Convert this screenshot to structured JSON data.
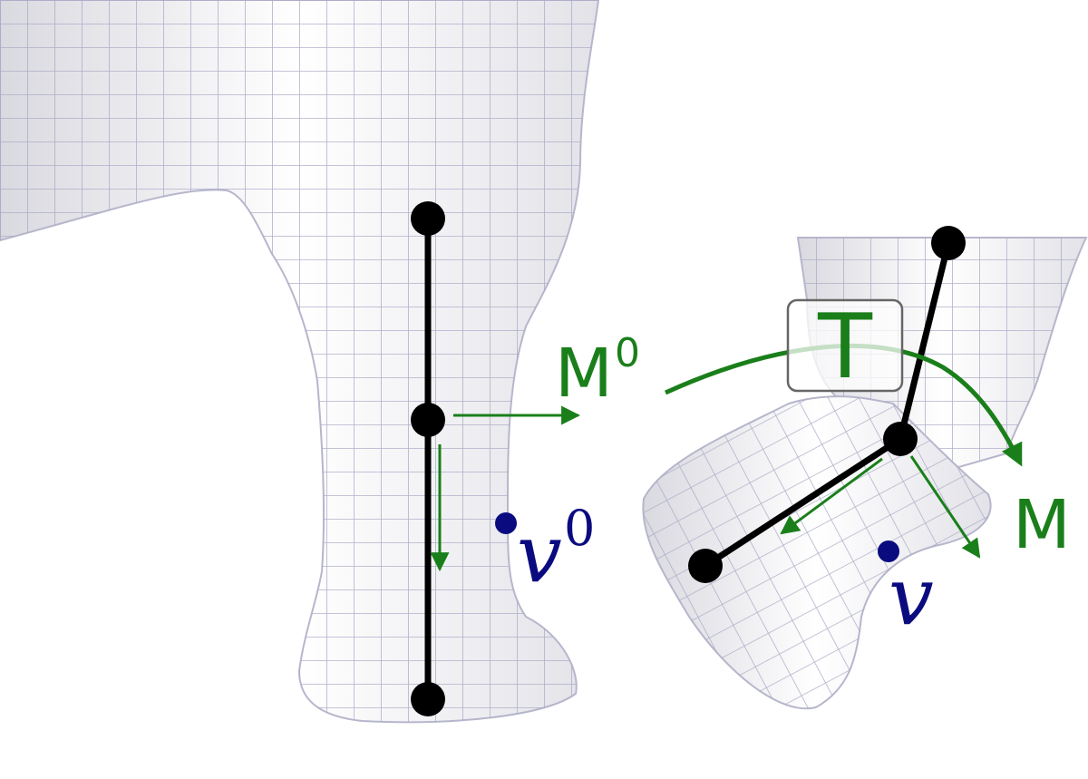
{
  "colors": {
    "mesh_fill": "#f1f1f5",
    "mesh_line": "#a9a9c6",
    "skeleton": "#000000",
    "frame_arrow": "#1a7f1a",
    "vertex": "#0b0b80",
    "label_box_border": "#666666"
  },
  "labels": {
    "rest_frame": "M",
    "rest_frame_sup": "0",
    "posed_frame": "M",
    "transform": "T",
    "rest_vertex": "v",
    "rest_vertex_sup": "0",
    "posed_vertex": "v"
  }
}
